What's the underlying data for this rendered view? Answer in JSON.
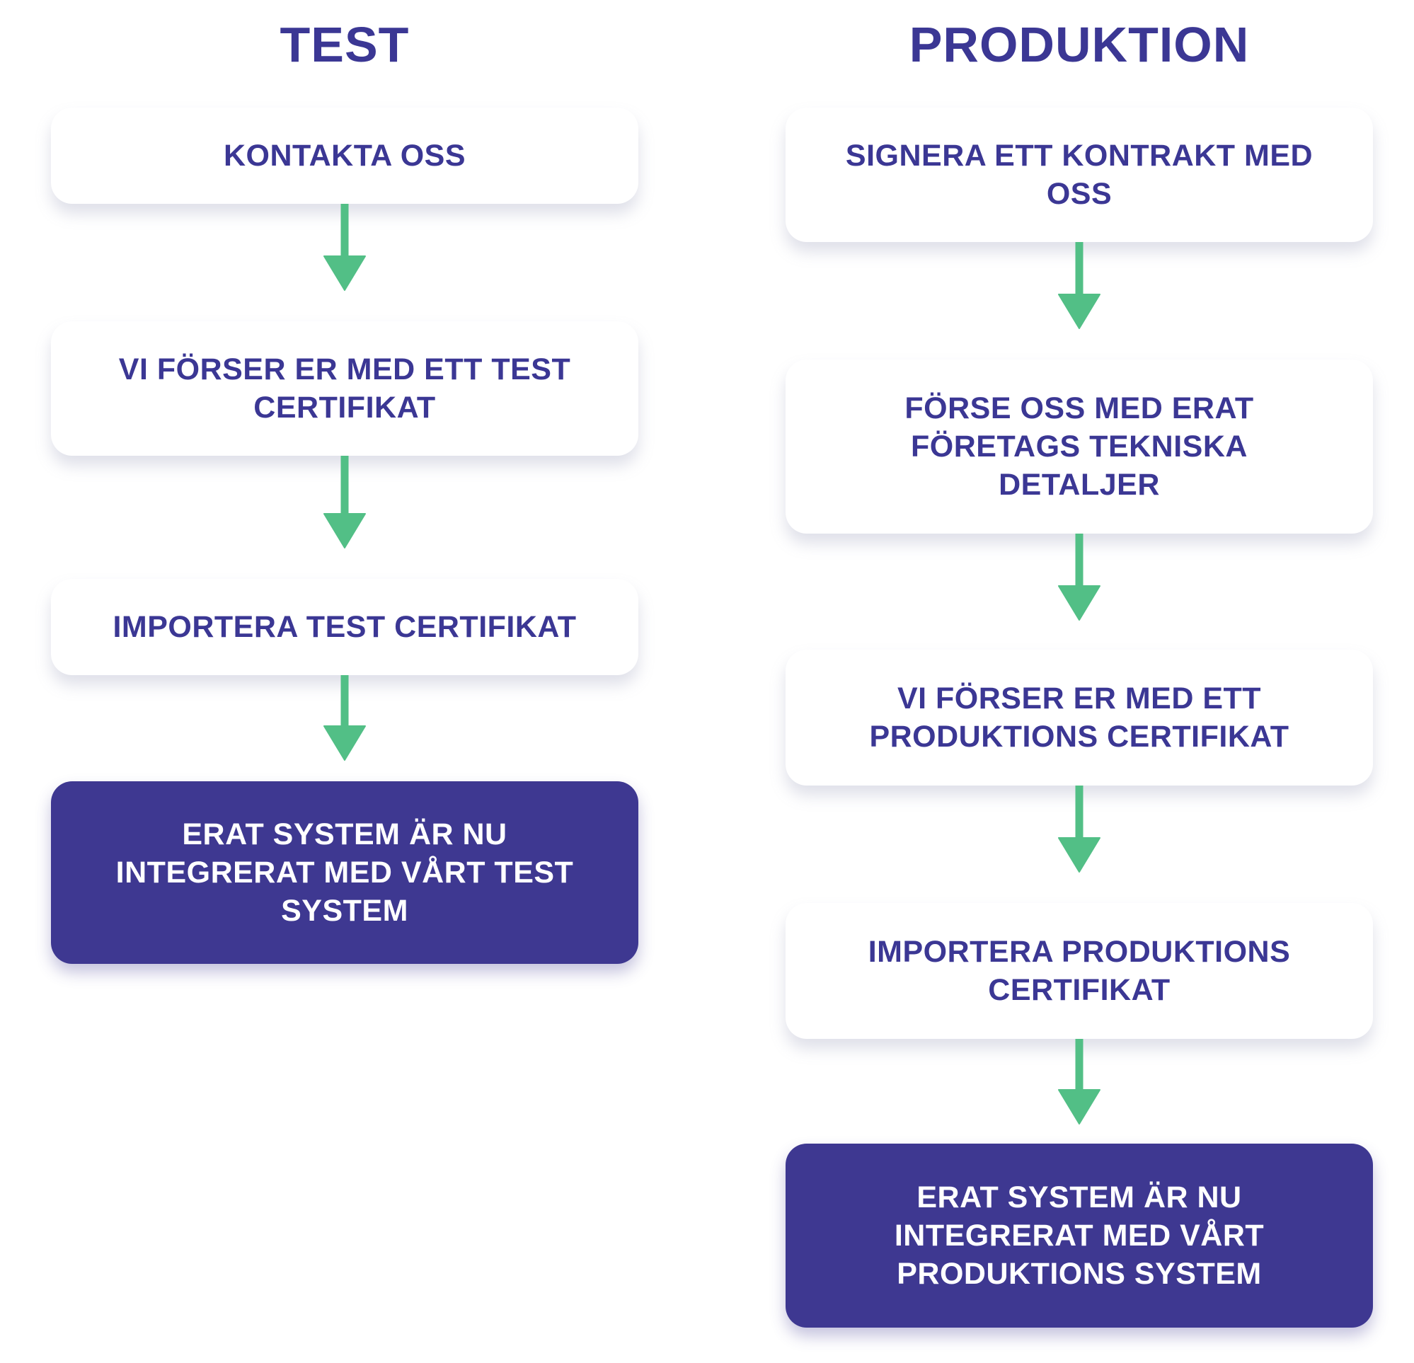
{
  "columns": [
    {
      "title": "TEST",
      "steps": [
        "KONTAKTA OSS",
        "VI FÖRSER ER MED ETT TEST CERTIFIKAT",
        "IMPORTERA TEST CERTIFIKAT"
      ],
      "final": "ERAT SYSTEM ÄR NU INTEGRERAT MED VÅRT TEST SYSTEM"
    },
    {
      "title": "PRODUKTION",
      "steps": [
        "SIGNERA ETT KONTRAKT MED OSS",
        "FÖRSE OSS MED ERAT FÖRETAGS TEKNISKA DETALJER",
        "VI FÖRSER ER MED ETT PRODUKTIONS CERTIFIKAT",
        "IMPORTERA PRODUKTIONS CERTIFIKAT"
      ],
      "final": "ERAT SYSTEM ÄR NU INTEGRERAT MED VÅRT PRODUKTIONS SYSTEM"
    }
  ],
  "colors": {
    "title_text": "#3b3794",
    "box_text": "#3b3794",
    "final_box_fill": "#3e3891",
    "final_box_text": "#ffffff",
    "arrow": "#52bf86"
  }
}
